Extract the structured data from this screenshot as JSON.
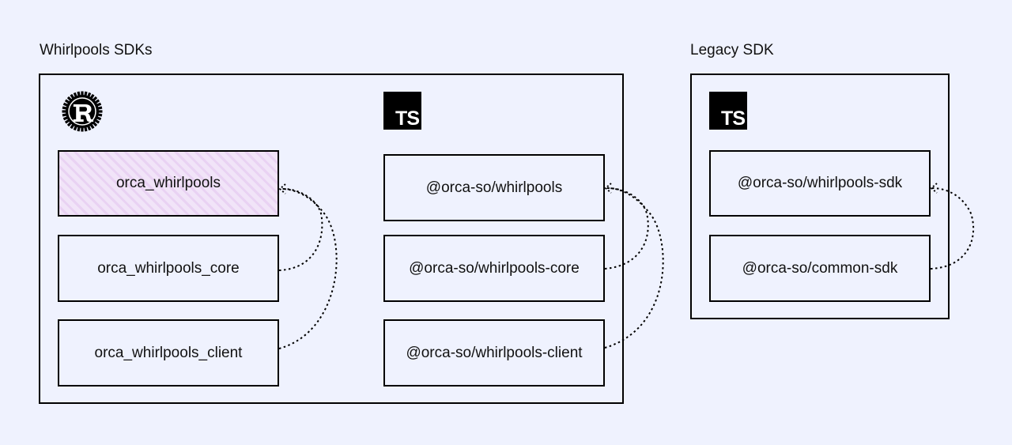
{
  "groups": {
    "whirlpools": {
      "title": "Whirlpools SDKs",
      "rust": {
        "logo_icon": "rust-logo-icon",
        "packages": [
          "orca_whirlpools",
          "orca_whirlpools_core",
          "orca_whirlpools_client"
        ]
      },
      "typescript": {
        "logo_icon": "typescript-logo-icon",
        "logo_text": "TS",
        "packages": [
          "@orca-so/whirlpools",
          "@orca-so/whirlpools-core",
          "@orca-so/whirlpools-client"
        ]
      }
    },
    "legacy": {
      "title": "Legacy SDK",
      "typescript": {
        "logo_icon": "typescript-logo-icon",
        "logo_text": "TS",
        "packages": [
          "@orca-so/whirlpools-sdk",
          "@orca-so/common-sdk"
        ]
      }
    }
  },
  "colors": {
    "background": "#eff2fe",
    "highlight_hatch": "#e9d2f3",
    "stroke": "#000000"
  }
}
